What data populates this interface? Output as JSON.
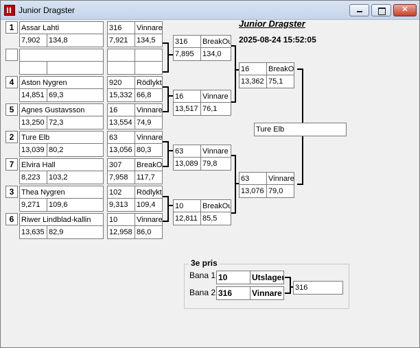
{
  "window": {
    "title": "Junior Dragster",
    "buttons": [
      "minimize",
      "maximize",
      "close"
    ]
  },
  "header": {
    "title": "Junior Dragster",
    "datetime": "2025-08-24 15:52:05"
  },
  "round1": [
    {
      "seed": "1",
      "name": "Assar Lahti",
      "time": "7,902",
      "speed": "134,8",
      "opp_num": "316",
      "opp_result": "Vinnare",
      "opp_time": "7,921",
      "opp_speed": "134,5"
    },
    {
      "seed": "",
      "name": "",
      "time": "",
      "speed": "",
      "opp_num": "",
      "opp_result": "",
      "opp_time": "",
      "opp_speed": ""
    },
    {
      "seed": "4",
      "name": "Aston Nygren",
      "time": "14,851",
      "speed": "69,3",
      "opp_num": "920",
      "opp_result": "Rödlyktan",
      "opp_time": "15,332",
      "opp_speed": "66,8"
    },
    {
      "seed": "5",
      "name": "Agnes Gustavsson",
      "time": "13,250",
      "speed": "72,3",
      "opp_num": "16",
      "opp_result": "Vinnare",
      "opp_time": "13,554",
      "opp_speed": "74,9"
    },
    {
      "seed": "2",
      "name": "Ture Elb",
      "time": "13,039",
      "speed": "80,2",
      "opp_num": "63",
      "opp_result": "Vinnare",
      "opp_time": "13,056",
      "opp_speed": "80,3"
    },
    {
      "seed": "7",
      "name": "Elvira Hall",
      "time": "8,223",
      "speed": "103,2",
      "opp_num": "307",
      "opp_result": "BreakOut",
      "opp_time": "7,958",
      "opp_speed": "117,7"
    },
    {
      "seed": "3",
      "name": "Thea Nygren",
      "time": "9,271",
      "speed": "109,6",
      "opp_num": "102",
      "opp_result": "Rödlyktan",
      "opp_time": "9,313",
      "opp_speed": "109,4"
    },
    {
      "seed": "6",
      "name": "Riwer Lindblad-kallin",
      "time": "13,635",
      "speed": "82,9",
      "opp_num": "10",
      "opp_result": "Vinnare",
      "opp_time": "12,958",
      "opp_speed": "86,0"
    }
  ],
  "round2": [
    {
      "num": "316",
      "result": "BreakOut",
      "time": "7,895",
      "speed": "134,0"
    },
    {
      "num": "16",
      "result": "Vinnare",
      "time": "13,517",
      "speed": "76,1"
    },
    {
      "num": "63",
      "result": "Vinnare",
      "time": "13,089",
      "speed": "79,8"
    },
    {
      "num": "10",
      "result": "BreakOut",
      "time": "12,811",
      "speed": "85,5"
    }
  ],
  "semis": [
    {
      "num": "16",
      "result": "BreakOut",
      "time": "13,362",
      "speed": "75,1"
    },
    {
      "num": "63",
      "result": "Vinnare",
      "time": "13,076",
      "speed": "79,0"
    }
  ],
  "final": {
    "winner": "Ture Elb"
  },
  "third_place": {
    "label": "3e pris",
    "lane1_label": "Bana 1",
    "lane1_num": "10",
    "lane1_result": "Utslagen",
    "lane2_label": "Bana 2",
    "lane2_num": "316",
    "lane2_result": "Vinnare",
    "winner": "316"
  }
}
